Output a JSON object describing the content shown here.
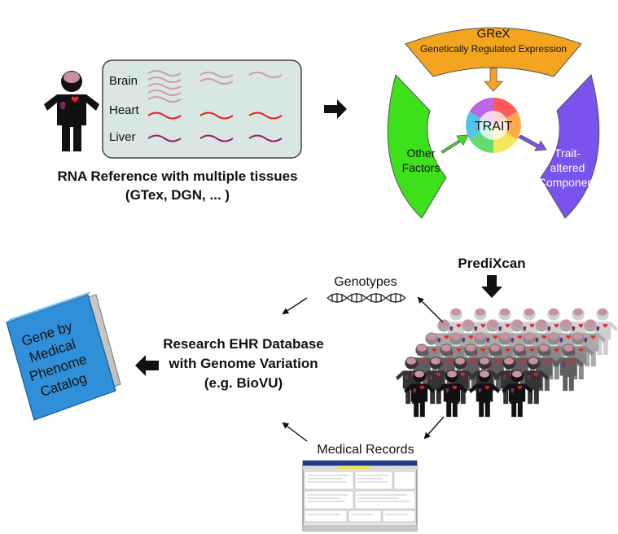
{
  "rna_panel": {
    "tissues": [
      "Brain",
      "Heart",
      "Liver"
    ],
    "caption_line1": "RNA Reference with multiple tissues",
    "caption_line2": "(GTex, DGN, ... )"
  },
  "trait_wheel": {
    "grex_title": "GReX",
    "grex_subtitle": "Genetically Regulated Expression",
    "center": "TRAIT",
    "left_line1": "Other",
    "left_line2": "Factors",
    "right_line1": "Trait-",
    "right_line2": "altered",
    "right_line3": "Component",
    "colors": {
      "grex": "#f4a51f",
      "other": "#3ee01c",
      "trait_altered": "#7a52ee"
    }
  },
  "predixcan_label": "PrediXcan",
  "genotypes_label": "Genotypes",
  "medical_records_label": "Medical Records",
  "database": {
    "line1": "Research EHR Database",
    "line2": "with Genome Variation",
    "line3": "(e.g. BioVU)"
  },
  "book": {
    "lines": [
      "Gene by",
      "Medical",
      "Phenome",
      "Catalog"
    ],
    "color": "#2f8fd8"
  }
}
